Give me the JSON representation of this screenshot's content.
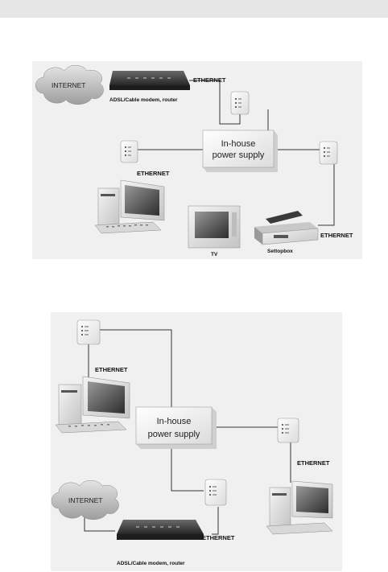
{
  "diagram_1": {
    "internet_label": "INTERNET",
    "modem_label": "ADSL/Cable modem, router",
    "ethernet_top": "ETHERNET",
    "power_line1": "In-house",
    "power_line2": "power supply",
    "ethernet_pc": "ETHERNET",
    "ethernet_settop": "ETHERNET",
    "tv_label": "TV",
    "settopbox_label": "Settopbox"
  },
  "diagram_2": {
    "ethernet_pc": "ETHERNET",
    "power_line1": "In-house",
    "power_line2": "power supply",
    "ethernet_right_pc": "ETHERNET",
    "internet_label": "INTERNET",
    "ethernet_modem": "ETHERNET",
    "modem_label": "ADSL/Cable modem, router"
  }
}
